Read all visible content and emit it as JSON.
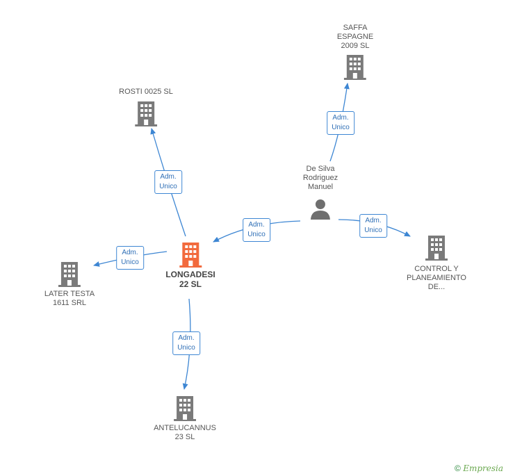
{
  "colors": {
    "edge": "#3d86d3",
    "building": "#7a7a7a",
    "main_building": "#f26a3d",
    "person": "#6f6f6f",
    "badge_text": "#2f6fb6"
  },
  "nodes": {
    "saffa": {
      "label": "SAFFA\nESPAGNE\n2009 SL",
      "icon": "building-icon"
    },
    "rosti": {
      "label": "ROSTI 0025 SL",
      "icon": "building-icon"
    },
    "person": {
      "label": "De Silva\nRodriguez\nManuel",
      "icon": "person-icon"
    },
    "longadesi": {
      "label": "LONGADESI\n22 SL",
      "icon": "building-icon"
    },
    "later_testa": {
      "label": "LATER TESTA\n1611 SRL",
      "icon": "building-icon"
    },
    "control": {
      "label": "CONTROL Y\nPLANEAMIENTO\nDE...",
      "icon": "building-icon"
    },
    "antelucannus": {
      "label": "ANTELUCANNUS\n23 SL",
      "icon": "building-icon"
    }
  },
  "edges": [
    {
      "from": "person",
      "to": "saffa",
      "label_line1": "Adm.",
      "label_line2": "Unico"
    },
    {
      "from": "person",
      "to": "longadesi",
      "label_line1": "Adm.",
      "label_line2": "Unico"
    },
    {
      "from": "person",
      "to": "control",
      "label_line1": "Adm.",
      "label_line2": "Unico"
    },
    {
      "from": "longadesi",
      "to": "rosti",
      "label_line1": "Adm.",
      "label_line2": "Unico"
    },
    {
      "from": "longadesi",
      "to": "later_testa",
      "label_line1": "Adm.",
      "label_line2": "Unico"
    },
    {
      "from": "longadesi",
      "to": "antelucannus",
      "label_line1": "Adm.",
      "label_line2": "Unico"
    }
  ],
  "footer": {
    "copyright": "©",
    "brand": "Empresia"
  }
}
